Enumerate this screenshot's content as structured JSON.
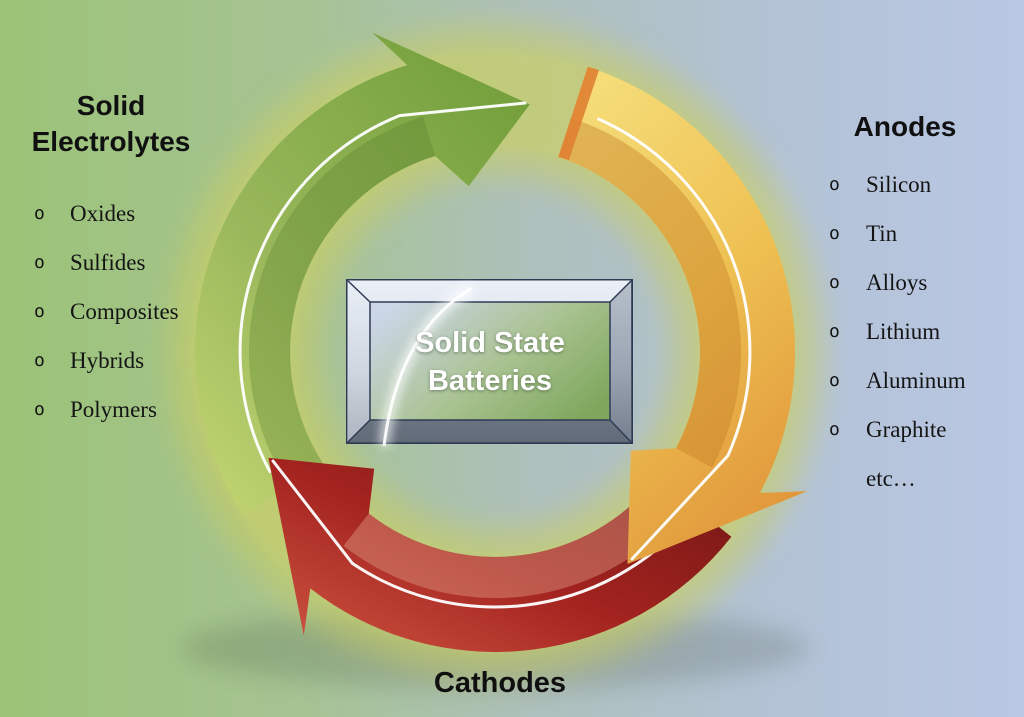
{
  "title": "Solid State Batteries cycle diagram",
  "background": {
    "left_color": "#9cc377",
    "middle_color": "#aec0bb",
    "right_color": "#b9c7e4"
  },
  "center_box": {
    "line1": "Solid State",
    "line2": "Batteries",
    "text_color": "#ffffff",
    "frame_color": "#b9c2cf",
    "panel_left_color": "#cbd6e6",
    "panel_right_color": "#7ea75d",
    "outline_color": "#2f3b55"
  },
  "left_section": {
    "heading_line1": "Solid",
    "heading_line2": "Electrolytes",
    "items": [
      "Oxides",
      "Sulfides",
      "Composites",
      "Hybrids",
      "Polymers"
    ]
  },
  "right_section": {
    "heading": "Anodes",
    "items": [
      "Silicon",
      "Tin",
      "Alloys",
      "Lithium",
      "Aluminum",
      "Graphite"
    ],
    "more": "etc…"
  },
  "bottom_section": {
    "heading": "Cathodes"
  },
  "bullet_glyph": "o",
  "cycle": {
    "glow_color": "#c9ce62",
    "arrows": [
      {
        "name": "green-arrow",
        "color": "#94b557"
      },
      {
        "name": "yellow-arrow",
        "color": "#eebc4e"
      },
      {
        "name": "red-arrow",
        "color": "#a3231f"
      }
    ]
  }
}
